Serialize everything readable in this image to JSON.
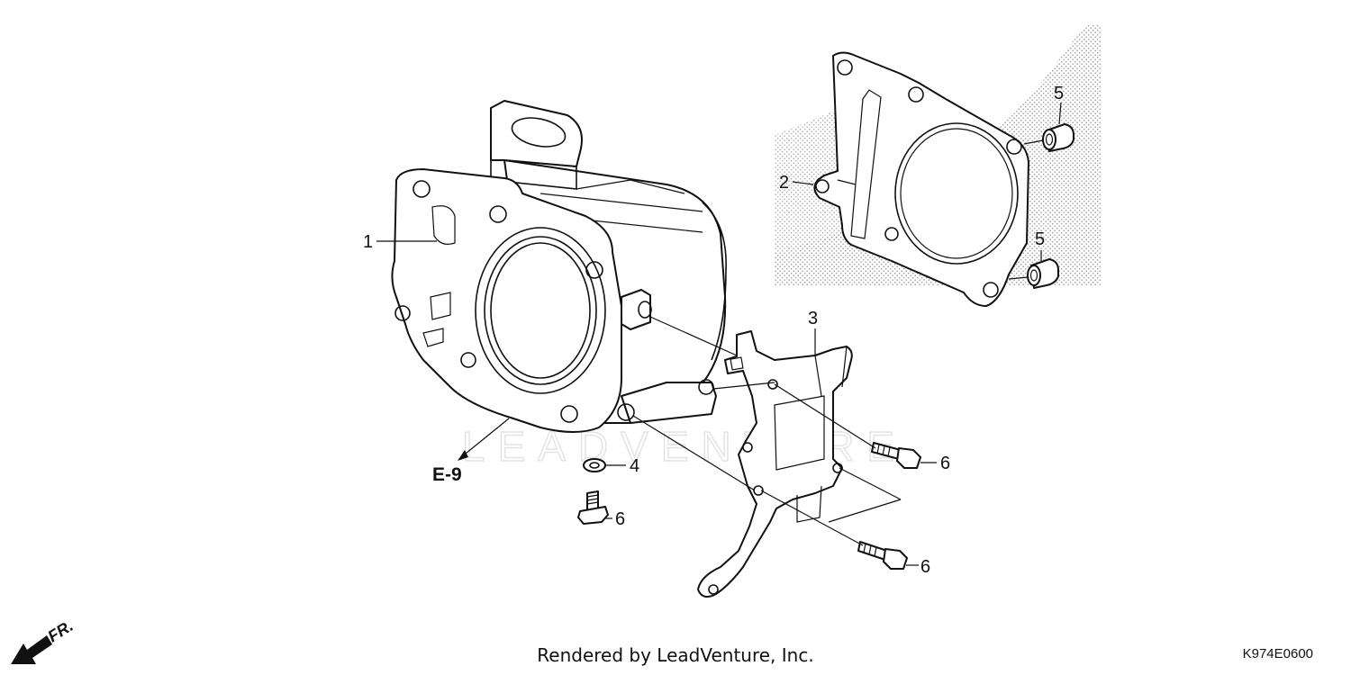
{
  "callouts": {
    "cylinder": "1",
    "gasket": "2",
    "bracket": "3",
    "washer": "4",
    "dowel_top": "5",
    "dowel_bottom": "5",
    "bolt_left": "6",
    "bolt_right_upper": "6",
    "bolt_right_lower": "6"
  },
  "section_ref": "E-9",
  "direction_label": "FR.",
  "watermark": "LEADVENTURE",
  "credit": "Rendered by LeadVenture, Inc.",
  "diagram_id": "K974E0600"
}
